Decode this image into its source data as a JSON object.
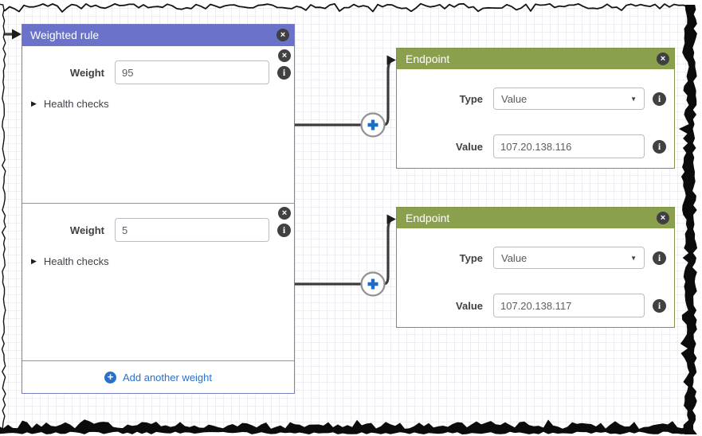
{
  "icons": {
    "close": "×",
    "info": "i",
    "plus": "+",
    "caret": "▼",
    "expand": "▶"
  },
  "weighted_rule": {
    "title": "Weighted rule",
    "weights": [
      {
        "weight_label": "Weight",
        "weight_value": "95",
        "health_checks": "Health checks"
      },
      {
        "weight_label": "Weight",
        "weight_value": "5",
        "health_checks": "Health checks"
      }
    ],
    "add_weight_label": "Add another weight"
  },
  "endpoints": [
    {
      "title": "Endpoint",
      "type_label": "Type",
      "type_value": "Value",
      "value_label": "Value",
      "value_text": "107.20.138.116"
    },
    {
      "title": "Endpoint",
      "type_label": "Type",
      "type_value": "Value",
      "value_label": "Value",
      "value_text": "107.20.138.117"
    }
  ],
  "colors": {
    "rule_header": "#6a72c9",
    "endpoint_header": "#8aa04d",
    "link_blue": "#2a6fc9",
    "connector": "#3b3b3b",
    "plus_blue": "#1b6ec8"
  }
}
